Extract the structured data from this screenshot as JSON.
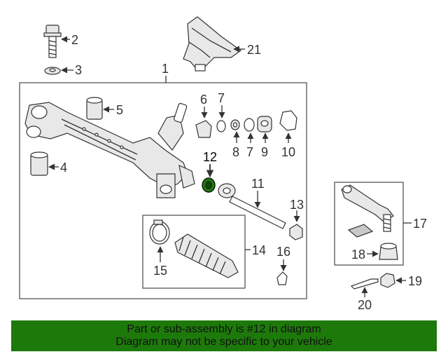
{
  "callouts": {
    "c1": "1",
    "c2": "2",
    "c3": "3",
    "c4": "4",
    "c5": "5",
    "c6": "6",
    "c7a": "7",
    "c7b": "7",
    "c8": "8",
    "c9": "9",
    "c10": "10",
    "c11": "11",
    "c12": "12",
    "c13": "13",
    "c14": "14",
    "c15": "15",
    "c16": "16",
    "c17": "17",
    "c18": "18",
    "c19": "19",
    "c20": "20",
    "c21": "21"
  },
  "highlight": {
    "part": "12",
    "color": "#1d7a0a"
  },
  "banner": {
    "line1": "Part or sub-assembly is #12 in diagram",
    "line2": "Diagram may not be specific to your vehicle",
    "background": "#1d7a0a"
  }
}
